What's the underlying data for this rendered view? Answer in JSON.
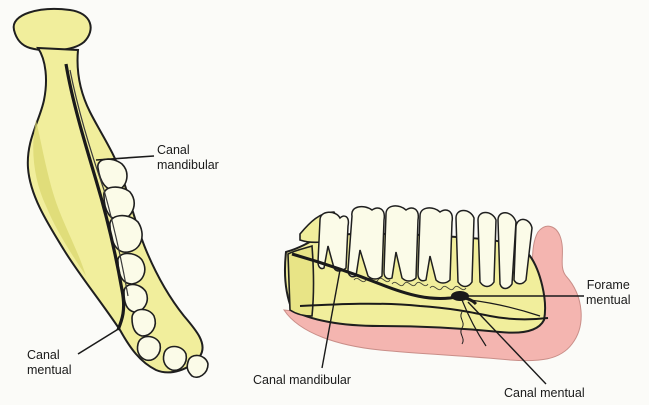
{
  "labels": {
    "left_canal_mandibular": "Canal\nmandibular",
    "left_canal_mentual": "Canal\nmentual",
    "right_forame_mentual": "Forame\nmentual",
    "right_canal_mandibular": "Canal mandibular",
    "right_canal_mentual": "Canal mentual"
  },
  "colors": {
    "bone": "#f1ee9c",
    "bone_shadow": "#d9d56c",
    "tooth": "#fbfbe8",
    "gum": "#f4b5b0",
    "ink": "#1f1f1f",
    "background": "#fbfbf8"
  }
}
